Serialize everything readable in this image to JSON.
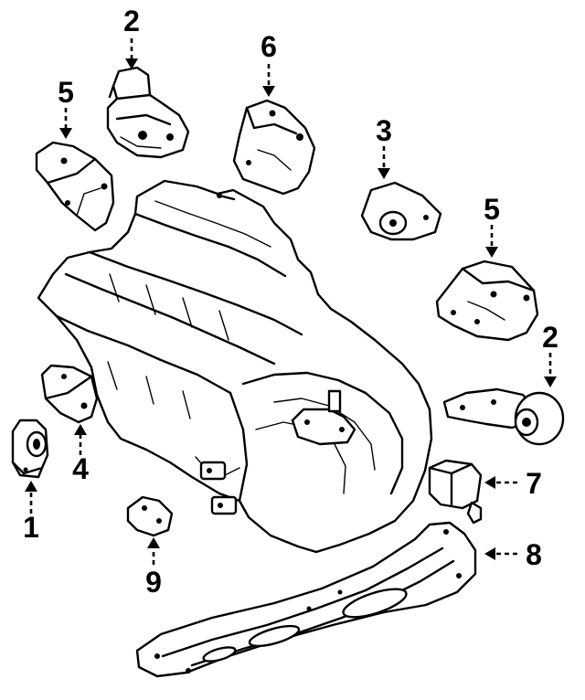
{
  "diagram": {
    "callouts": [
      {
        "id": "mount-1",
        "label": "1"
      },
      {
        "id": "mount-2-top",
        "label": "2"
      },
      {
        "id": "mount-2-right",
        "label": "2"
      },
      {
        "id": "mount-3",
        "label": "3"
      },
      {
        "id": "bracket-4",
        "label": "4"
      },
      {
        "id": "bracket-5-left",
        "label": "5"
      },
      {
        "id": "mount-5-right",
        "label": "5"
      },
      {
        "id": "bracket-6",
        "label": "6"
      },
      {
        "id": "sensor-7",
        "label": "7"
      },
      {
        "id": "crossmember-8",
        "label": "8"
      },
      {
        "id": "bracket-9",
        "label": "9"
      }
    ]
  }
}
